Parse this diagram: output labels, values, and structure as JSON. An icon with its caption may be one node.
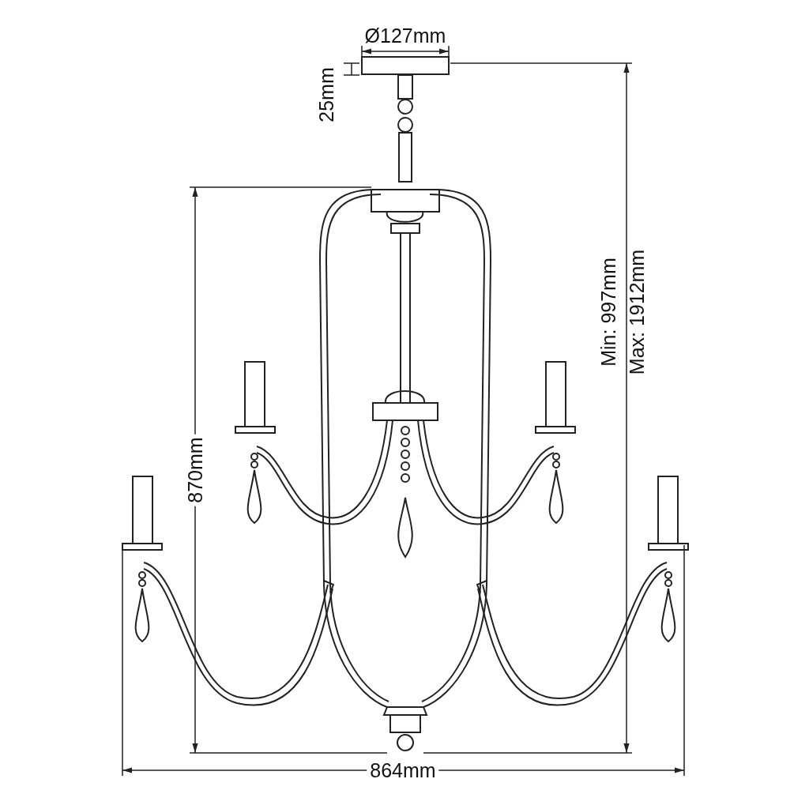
{
  "diagram": {
    "labels": [
      "Ø127mm",
      "25mm",
      "870mm",
      "Min: 997mm",
      "Max: 1912mm",
      "864mm"
    ]
  }
}
